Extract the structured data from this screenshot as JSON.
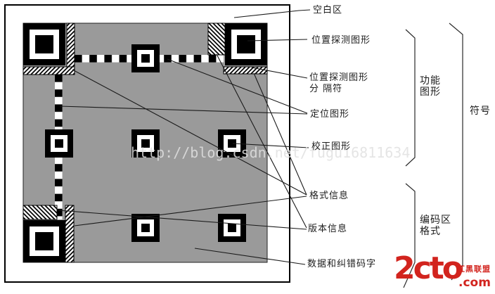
{
  "diagram": {
    "watermark": "http://blog.csdn.net/fugu16811634",
    "labels": {
      "quiet_zone": "空白区",
      "position_detection": "位置探测图形",
      "separator_line1": "位置探测图形",
      "separator_line2": "分 隔符",
      "timing_pattern": "定位图形",
      "alignment_pattern": "校正图形",
      "format_info": "格式信息",
      "version_info": "版本信息",
      "data_codewords": "数据和纠错码字"
    },
    "groups": {
      "function_patterns_line1": "功能",
      "function_patterns_line2": "图形",
      "encoding_region_line1": "编码区",
      "encoding_region_line2": "格式",
      "symbol": "符号"
    },
    "colors": {
      "module_gray": "#9a9a9a",
      "line_black": "#1a1a1a",
      "logo_red": "#d2241e"
    }
  },
  "logo": {
    "name": "2cto",
    "suffix": ".com",
    "tagline": "红黑联盟"
  }
}
